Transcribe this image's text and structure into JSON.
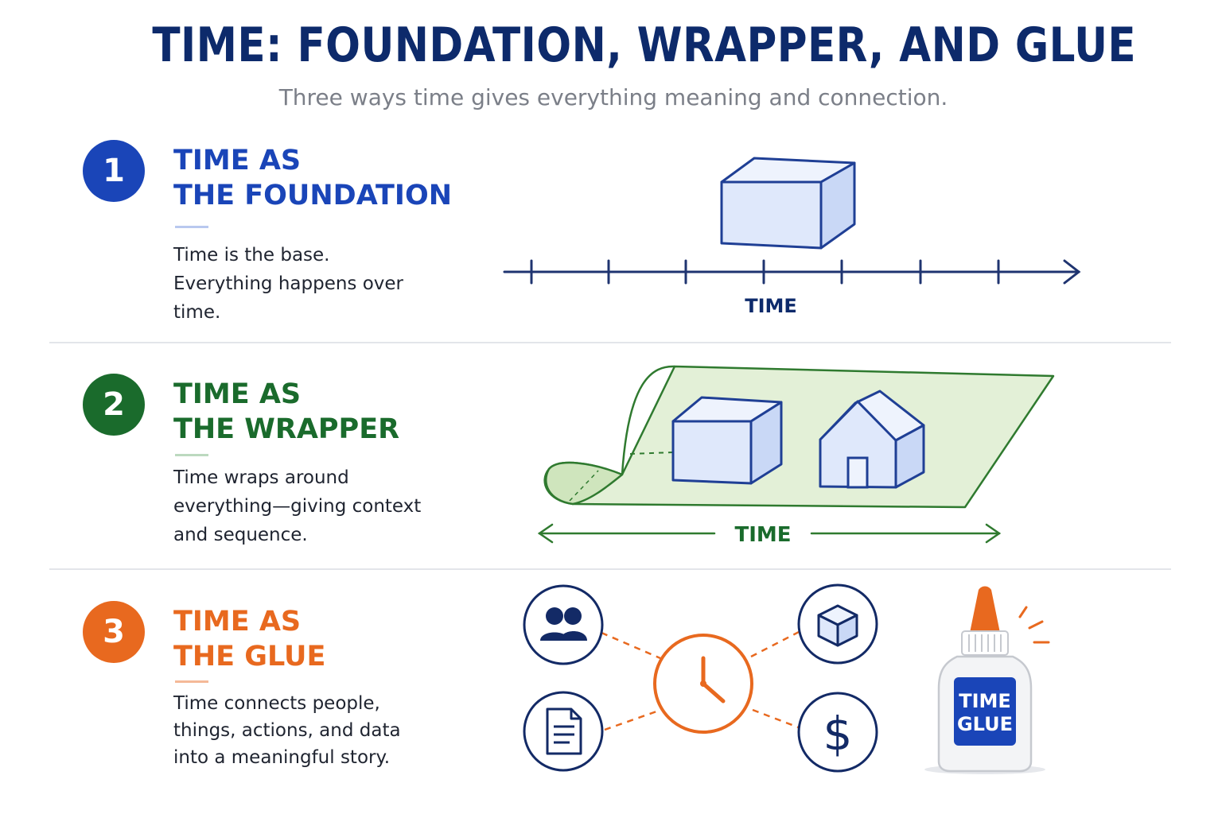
{
  "title": "TIME: FOUNDATION, WRAPPER, AND GLUE",
  "subtitle": "Three ways time gives everything meaning and connection.",
  "colors": {
    "navy": "#0d2a6b",
    "blue": "#1a45b8",
    "green": "#1a6b2c",
    "orange": "#e8691f",
    "light_blue": "#dfe8fb",
    "light_green": "#d9ecc9"
  },
  "sections": [
    {
      "number": "1",
      "title_line1": "TIME AS",
      "title_line2": "THE FOUNDATION",
      "description": "Time is the base. Everything happens over time.",
      "diagram_label": "TIME"
    },
    {
      "number": "2",
      "title_line1": "TIME AS",
      "title_line2": "THE WRAPPER",
      "description": "Time wraps around everything—giving context and sequence.",
      "diagram_label": "TIME"
    },
    {
      "number": "3",
      "title_line1": "TIME AS",
      "title_line2": "THE GLUE",
      "description": "Time connects people, things, actions, and data into a meaningful story.",
      "glue_label_line1": "TIME",
      "glue_label_line2": "GLUE",
      "icons": [
        "people-icon",
        "document-icon",
        "cube-icon",
        "dollar-icon",
        "clock-icon"
      ]
    }
  ]
}
